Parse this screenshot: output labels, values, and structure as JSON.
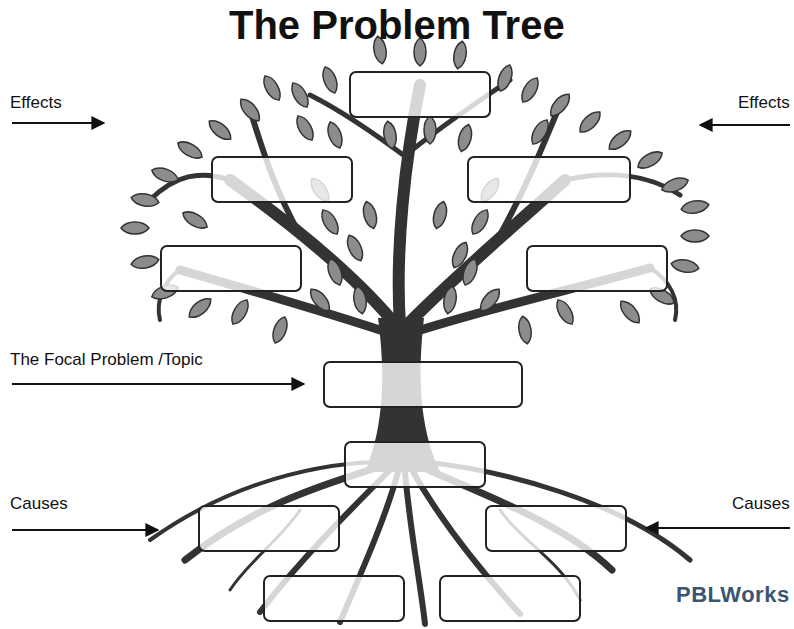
{
  "diagram": {
    "title": "The Problem Tree",
    "labels": [
      "Effects",
      "Effects",
      "The Focal Problem /Topic",
      "Causes",
      "Causes",
      "PBLWorks"
    ]
  }
}
